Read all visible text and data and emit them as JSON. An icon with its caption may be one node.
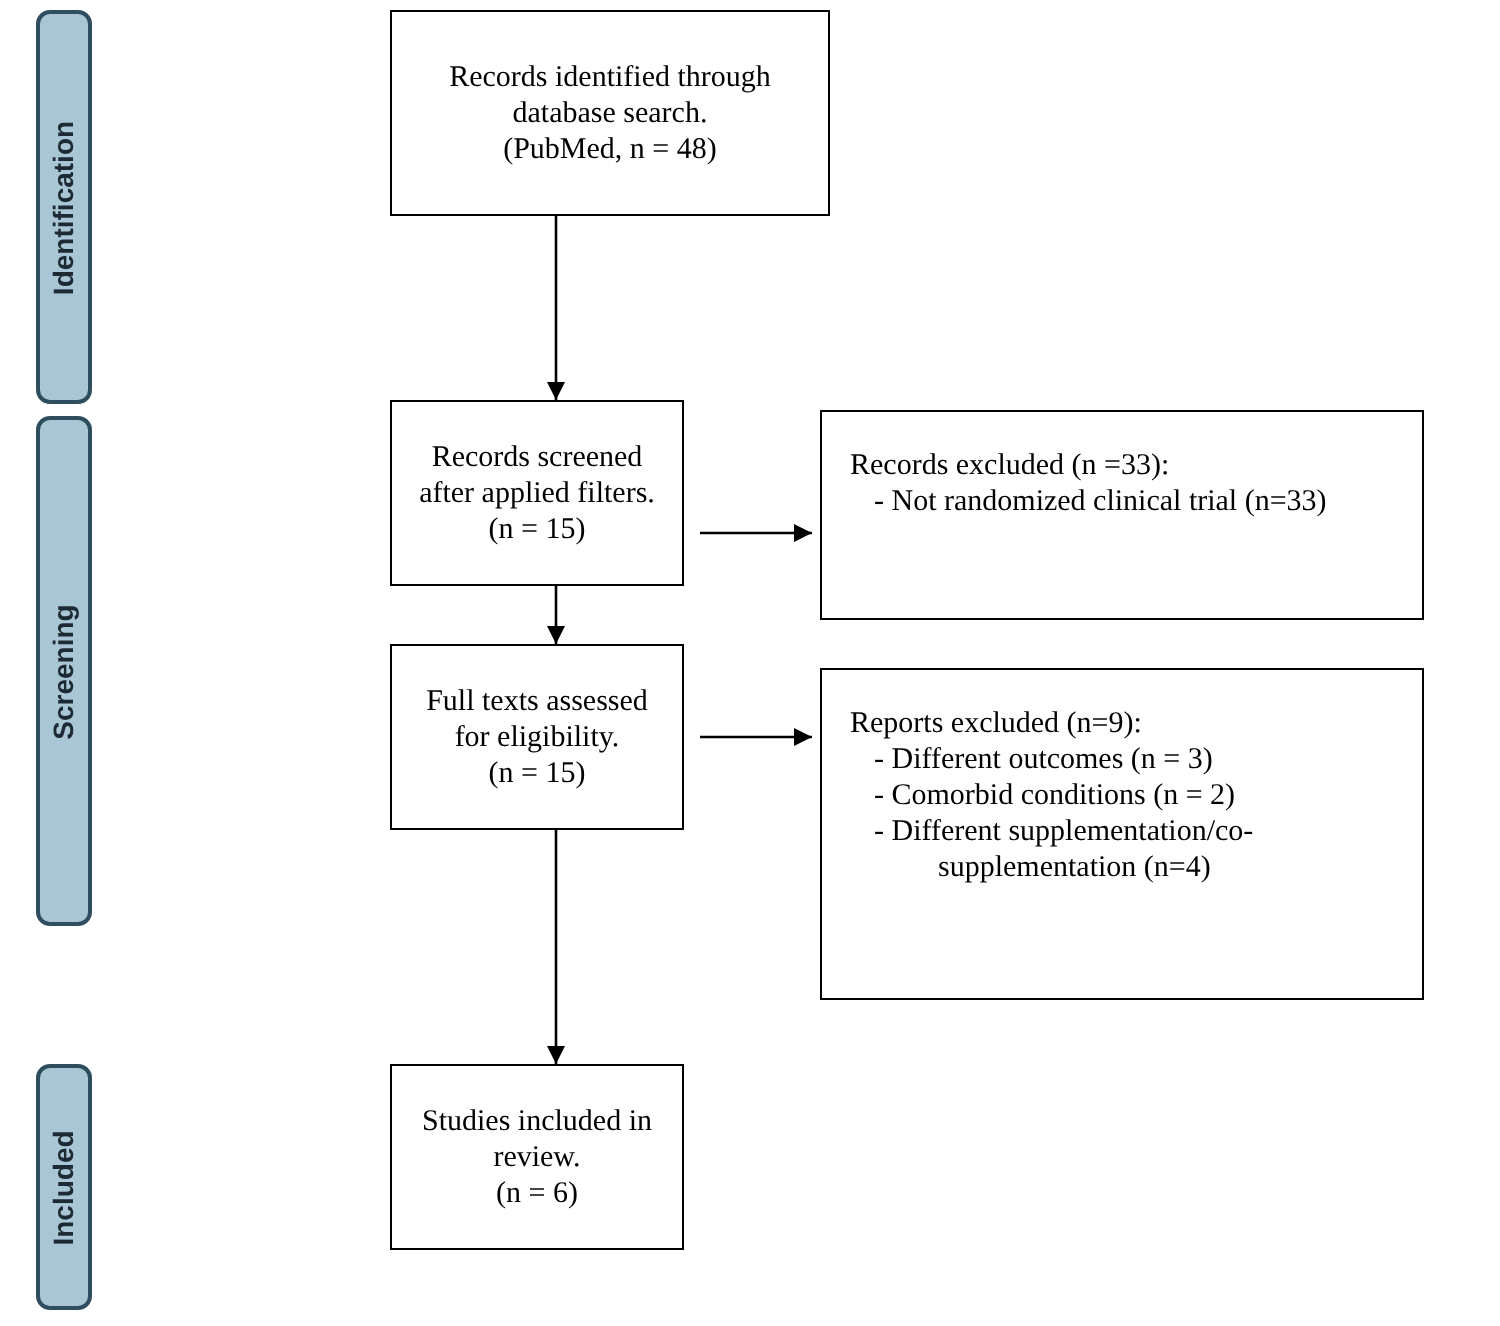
{
  "diagram": {
    "nodes": [
      {
        "text": [
          "Identification"
        ]
      },
      {
        "text": [
          "Records identified through database search.",
          "(PubMed, n = 48)"
        ]
      },
      {
        "text": [
          "Screening"
        ]
      },
      {
        "text": [
          "Records screened after applied filters.",
          "(n = 15)"
        ]
      },
      {
        "text": [
          "Records excluded (n =33):",
          "- Not randomized clinical trial (n=33)"
        ]
      },
      {
        "text": [
          "Full texts assessed for eligibility.",
          "(n = 15)"
        ]
      },
      {
        "text": [
          "Reports excluded (n=9):",
          "- Different outcomes (n = 3)",
          "- Comorbid conditions (n = 2)",
          "- Different supplementation/co-supplementation (n=4)"
        ]
      },
      {
        "text": [
          "Included"
        ]
      },
      {
        "text": [
          "Studies included in review.",
          "(n = 6)"
        ]
      }
    ],
    "edges": [
      {
        "from": 1,
        "to": 3,
        "arrow": "to"
      },
      {
        "from": 3,
        "to": 4,
        "arrow": "to"
      },
      {
        "from": 3,
        "to": 5,
        "arrow": "to"
      },
      {
        "from": 5,
        "to": 6,
        "arrow": "to"
      },
      {
        "from": 5,
        "to": 8,
        "arrow": "to"
      }
    ]
  }
}
